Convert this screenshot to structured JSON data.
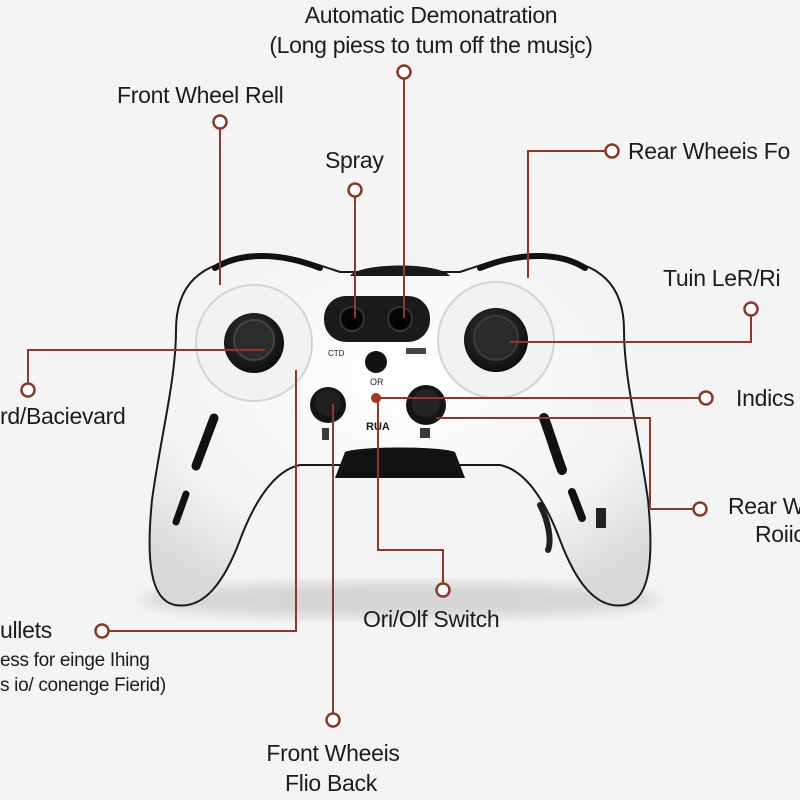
{
  "diagram": {
    "labels": {
      "auto_demo_line1": "Automatic Demonatration",
      "auto_demo_line2": "(Long piess to tum off the musi̧c)",
      "front_wheel_roll": "Front Wheel Rell",
      "spray": "Spray",
      "rear_wheels": "Rear Wheeis Fo",
      "turn": "Tuin LeR/Ri",
      "forward_backward": "rd/Bacievard",
      "indicator": "Indics",
      "rear_roll_line1": "Rear W",
      "rear_roll_line2": "Roiic",
      "bullets": "ullets",
      "bullets_note1": "ess for einge Ihing",
      "bullets_note2": "s io/ conenge Fierid)",
      "onoff": "Ori/Olf Switch",
      "front_back_line1": "Front Wheeis",
      "front_back_line2": "Flio Back"
    },
    "device_markings": {
      "left_tag": "CTD",
      "center_tag": "OR",
      "brand": "RUA"
    },
    "colors": {
      "leader": "#8b3a2a",
      "body": "#ffffff",
      "accent": "#151515",
      "background": "#f4f4f4"
    }
  }
}
